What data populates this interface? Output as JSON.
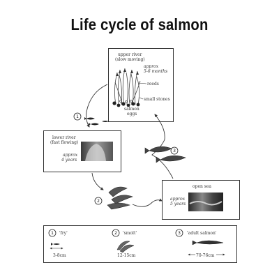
{
  "title": "Life cycle of salmon",
  "upper_river": {
    "label_line1": "upper river",
    "label_line2": "(slow moving)",
    "time_line1": "approx",
    "time_line2": "5-6 months",
    "reeds_label": "reeds",
    "stones_label": "small stones",
    "eggs_line1": "salmon",
    "eggs_line2": "eggs"
  },
  "lower_river": {
    "label_line1": "lower river",
    "label_line2": "(fast flowing)",
    "time_line1": "approx",
    "time_line2": "4 years"
  },
  "open_sea": {
    "label": "open sea",
    "time_line1": "approx",
    "time_line2": "5 years"
  },
  "stage_markers": [
    "1",
    "2",
    "3"
  ],
  "legend": {
    "items": [
      {
        "number": "1",
        "name": "'fry'",
        "size": "3-8cm"
      },
      {
        "number": "2",
        "name": "'smolt'",
        "size": "12-15cm"
      },
      {
        "number": "3",
        "name": "'adult salmon'",
        "size": "70-76cm"
      }
    ]
  }
}
